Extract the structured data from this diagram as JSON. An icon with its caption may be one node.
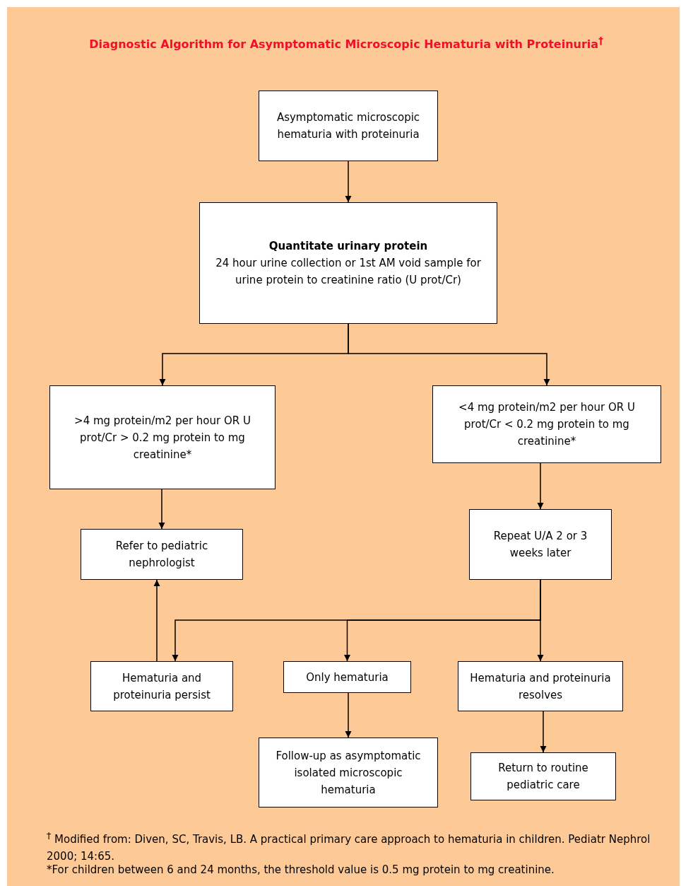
{
  "diagram": {
    "title": "Diagnostic Algorithm for Asymptomatic Microscopic Hematuria with Proteinuria$^{†}$",
    "nodes": [
      {
        "text": [
          "Asymptomatic microscopic hematuria with proteinuria"
        ]
      },
      {
        "text": [
          "Quantitate urinary protein",
          "24 hour urine collection or 1st AM void sample for urine protein to creatinine ratio (U prot/Cr)"
        ]
      },
      {
        "text": [
          ">4 mg protein/m2 per hour OR U prot/Cr > 0.2 mg protein to mg creatinine*"
        ]
      },
      {
        "text": [
          "<4 mg protein/m2 per hour OR U prot/Cr < 0.2 mg protein to mg creatinine*"
        ]
      },
      {
        "text": [
          "Refer to pediatric nephrologist"
        ]
      },
      {
        "text": [
          "Repeat U/A 2 or 3 weeks later"
        ]
      },
      {
        "text": [
          "Hematuria and proteinuria persist"
        ]
      },
      {
        "text": [
          "Only hematuria"
        ]
      },
      {
        "text": [
          "Hematuria and proteinuria resolves"
        ]
      },
      {
        "text": [
          "Follow-up as asymptomatic isolated microscopic hematuria"
        ]
      },
      {
        "text": [
          "Return to routine pediatric care"
        ]
      }
    ],
    "edges": [
      {
        "from": 0,
        "to": 1,
        "arrow": "to"
      },
      {
        "from": 1,
        "to": 2,
        "arrow": "to"
      },
      {
        "from": 1,
        "to": 3,
        "arrow": "to"
      },
      {
        "from": 2,
        "to": 4,
        "arrow": "to"
      },
      {
        "from": 3,
        "to": 5,
        "arrow": "to"
      },
      {
        "from": 5,
        "to": 6,
        "arrow": "to"
      },
      {
        "from": 5,
        "to": 7,
        "arrow": "to"
      },
      {
        "from": 5,
        "to": 8,
        "arrow": "to"
      },
      {
        "from": 6,
        "to": 4,
        "arrow": "to"
      },
      {
        "from": 7,
        "to": 9,
        "arrow": "to"
      },
      {
        "from": 8,
        "to": 10,
        "arrow": "to"
      }
    ],
    "labels": [
      "$^{†}$ Modified from: Diven, SC, Travis, LB. A practical primary care approach to hematuria in children. Pediatr Nephrol 2000; 14:65.",
      "*For children between 6 and 24 months, the threshold value is 0.5 mg protein to mg creatinine."
    ]
  }
}
